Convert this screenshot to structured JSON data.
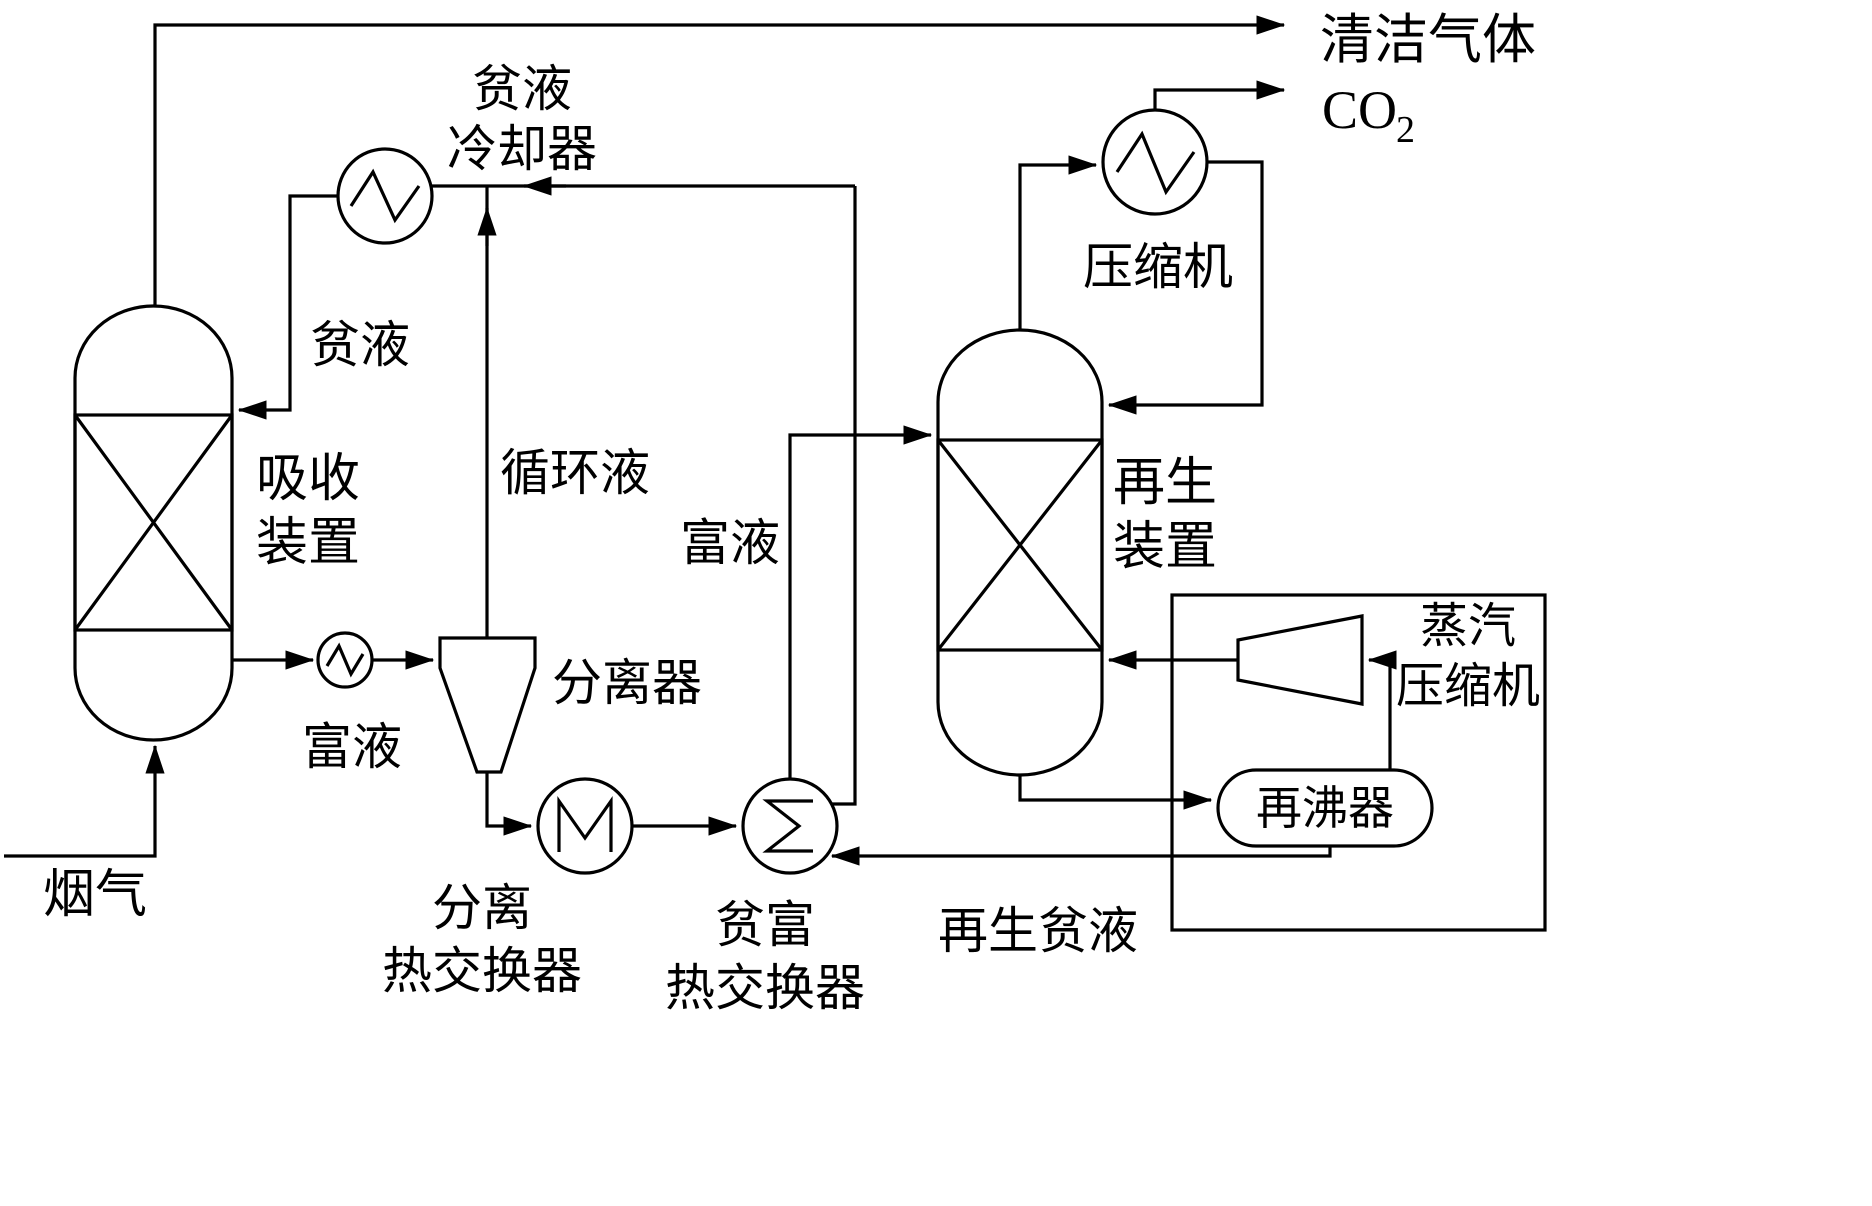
{
  "colors": {
    "line": "#000000",
    "background": "#ffffff",
    "text": "#000000"
  },
  "labels": {
    "clean_gas": "清洁气体",
    "lean_cooler_line1": "贫液",
    "lean_cooler_line2": "冷却器",
    "lean_liquid": "贫液",
    "absorber_line1": "吸收",
    "absorber_line2": "装置",
    "flue_gas": "烟气",
    "rich_liquid_absorber": "富液",
    "circulating_liquid": "循环液",
    "separator": "分离器",
    "separation_hx_line1": "分离",
    "separation_hx_line2": "热交换器",
    "rich_liquid_regen": "富液",
    "lean_rich_hx_line1": "贫富",
    "lean_rich_hx_line2": "热交换器",
    "co2_main": "CO",
    "co2_sub": "2",
    "compressor": "压缩机",
    "regenerator_line1": "再生",
    "regenerator_line2": "装置",
    "steam_compressor_line1": "蒸汽",
    "steam_compressor_line2": "压缩机",
    "reboiler": "再沸器",
    "regen_lean_liquid": "再生贫液"
  },
  "connections": [
    "烟气 → 吸收装置(底部)",
    "吸收装置(顶部) → 清洁气体",
    "吸收装置(底部) →(富液)→ 分离器",
    "分离器(顶部) →(循环液)→ 贫液冷却器 →(贫液)→ 吸收装置",
    "分离器(底部) → 分离热交换器 → 贫富热交换器 →(富液)→ 再生装置",
    "再生装置(顶部) → 压缩机 → CO2",
    "压缩机 → 再生装置(回流)",
    "再生装置(底部) → 再沸器",
    "再沸器 → 蒸汽压缩机 → 再生装置",
    "再沸器 →(再生贫液)→ 贫富热交换器 → 贫液冷却器"
  ]
}
